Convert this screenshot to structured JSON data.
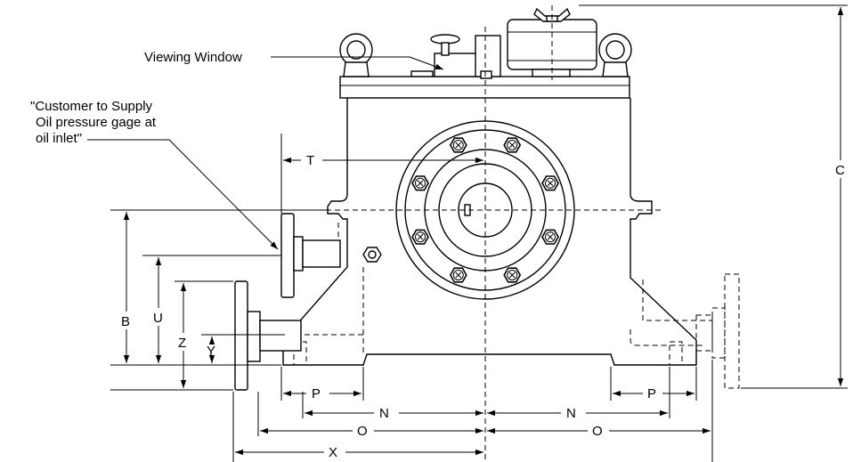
{
  "labels": {
    "viewing_window": "Viewing Window",
    "customer_note_line1": "\"Customer to Supply",
    "customer_note_line2": "Oil pressure gage at",
    "customer_note_line3": "oil inlet\"",
    "dim_T": "T",
    "dim_C": "C",
    "dim_B": "B",
    "dim_U": "U",
    "dim_Z": "Z",
    "dim_Y": "Y",
    "dim_P_left": "P",
    "dim_P_right": "P",
    "dim_N_left": "N",
    "dim_N_right": "N",
    "dim_O_left": "O",
    "dim_O_right": "O",
    "dim_X": "X"
  }
}
